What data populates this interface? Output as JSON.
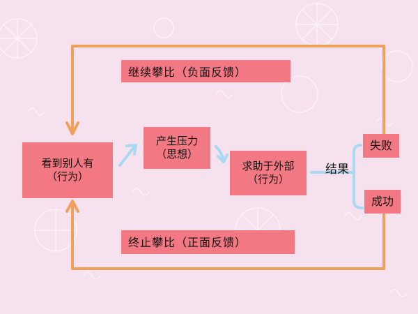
{
  "diagram": {
    "node_see": {
      "line1": "看到别人有",
      "line2": "（行为）"
    },
    "node_pressure": {
      "line1": "产生压力",
      "line2": "（思想）"
    },
    "node_help": {
      "line1": "求助于外部",
      "line2": "（行为）"
    },
    "node_fail": {
      "label": "失败"
    },
    "node_success": {
      "label": "成功"
    },
    "result_label": "结果",
    "loop_negative": "继续攀比（负面反馈）",
    "loop_positive": "终止攀比（正面反馈）"
  },
  "colors": {
    "background": "#f6e2ee",
    "box_fill": "#f27984",
    "loop_line": "#f0a05a",
    "flow_arrow": "#a9d8f0"
  }
}
